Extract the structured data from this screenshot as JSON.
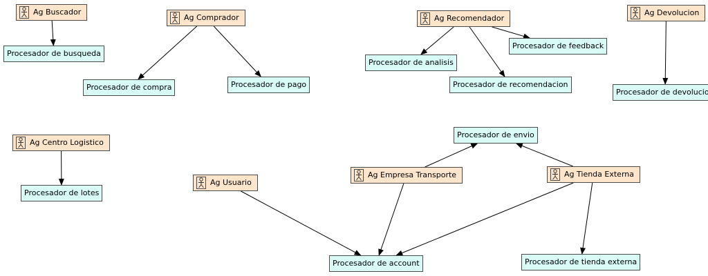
{
  "nodes": {
    "ag_buscador": {
      "label": "Ag Buscador",
      "kind": "agent"
    },
    "proc_busqueda": {
      "label": "Procesador de busqueda",
      "kind": "processor"
    },
    "ag_comprador": {
      "label": "Ag Comprador",
      "kind": "agent"
    },
    "proc_compra": {
      "label": "Procesador de compra",
      "kind": "processor"
    },
    "proc_pago": {
      "label": "Procesador de pago",
      "kind": "processor"
    },
    "ag_recomendador": {
      "label": "Ag Recomendador",
      "kind": "agent"
    },
    "proc_feedback": {
      "label": "Procesador de feedback",
      "kind": "processor"
    },
    "proc_analisis": {
      "label": "Procesador de analisis",
      "kind": "processor"
    },
    "proc_recomendacion": {
      "label": "Procesador de recomendacion",
      "kind": "processor"
    },
    "ag_devolucion": {
      "label": "Ag Devolucion",
      "kind": "agent"
    },
    "proc_devolucion": {
      "label": "Procesador de devolucion",
      "kind": "processor"
    },
    "ag_centro_logistico": {
      "label": "Ag Centro Logistico",
      "kind": "agent"
    },
    "proc_lotes": {
      "label": "Procesador de lotes",
      "kind": "processor"
    },
    "proc_envio": {
      "label": "Procesador de envio",
      "kind": "processor"
    },
    "ag_usuario": {
      "label": "Ag Usuario",
      "kind": "agent"
    },
    "ag_empresa_transporte": {
      "label": "Ag Empresa Transporte",
      "kind": "agent"
    },
    "ag_tienda_externa": {
      "label": "Ag Tienda Externa",
      "kind": "agent"
    },
    "proc_account": {
      "label": "Procesador de account",
      "kind": "processor"
    },
    "proc_tienda_externa": {
      "label": "Procesador de tienda externa",
      "kind": "processor"
    }
  },
  "edges": [
    {
      "from": "ag_buscador",
      "to": "proc_busqueda"
    },
    {
      "from": "ag_comprador",
      "to": "proc_compra"
    },
    {
      "from": "ag_comprador",
      "to": "proc_pago"
    },
    {
      "from": "ag_recomendador",
      "to": "proc_analisis"
    },
    {
      "from": "ag_recomendador",
      "to": "proc_recomendacion"
    },
    {
      "from": "ag_recomendador",
      "to": "proc_feedback"
    },
    {
      "from": "ag_devolucion",
      "to": "proc_devolucion"
    },
    {
      "from": "ag_centro_logistico",
      "to": "proc_lotes"
    },
    {
      "from": "ag_empresa_transporte",
      "to": "proc_envio"
    },
    {
      "from": "ag_tienda_externa",
      "to": "proc_envio"
    },
    {
      "from": "ag_usuario",
      "to": "proc_account"
    },
    {
      "from": "ag_empresa_transporte",
      "to": "proc_account"
    },
    {
      "from": "ag_tienda_externa",
      "to": "proc_account"
    },
    {
      "from": "ag_tienda_externa",
      "to": "proc_tienda_externa"
    }
  ],
  "colors": {
    "agent_fill": "#fde5cc",
    "processor_fill": "#d8fbf6",
    "border": "#4a4a4a",
    "edge": "#000000"
  },
  "icons": {
    "agent": "actor-stick-figure-icon"
  }
}
